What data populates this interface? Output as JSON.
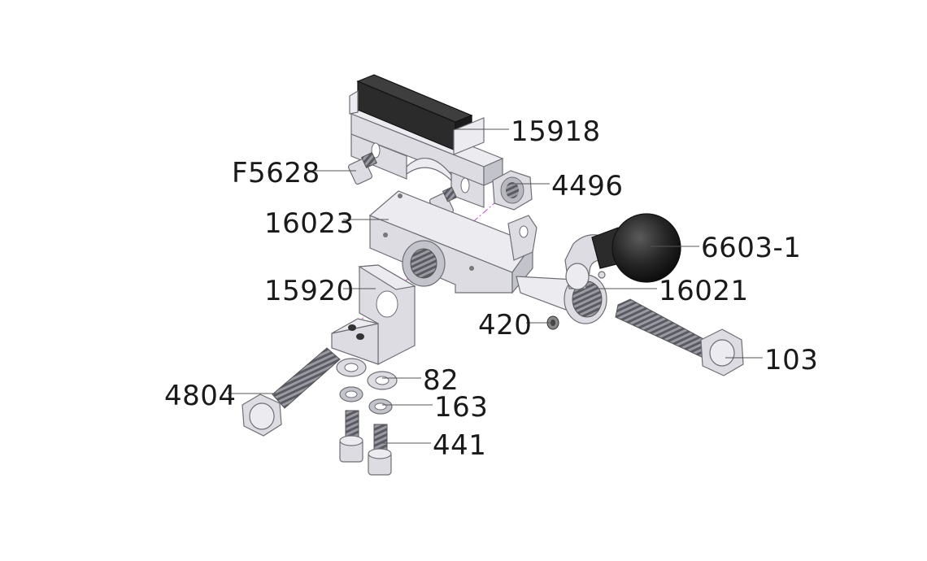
{
  "callouts": [
    {
      "id": "p15918",
      "label": "15918"
    },
    {
      "id": "pF5628",
      "label": "F5628"
    },
    {
      "id": "p4496",
      "label": "4496"
    },
    {
      "id": "p16023",
      "label": "16023"
    },
    {
      "id": "p6603",
      "label": "6603-1"
    },
    {
      "id": "p15920",
      "label": "15920"
    },
    {
      "id": "p16021",
      "label": "16021"
    },
    {
      "id": "p420",
      "label": "420"
    },
    {
      "id": "p103",
      "label": "103"
    },
    {
      "id": "p82",
      "label": "82"
    },
    {
      "id": "p4804",
      "label": "4804"
    },
    {
      "id": "p163",
      "label": "163"
    },
    {
      "id": "p441",
      "label": "441"
    }
  ],
  "colors": {
    "metal": "#dcdce2",
    "rubber": "#2b2b2b",
    "axis_line": "#d046d8",
    "text": "#1a1a1a"
  }
}
